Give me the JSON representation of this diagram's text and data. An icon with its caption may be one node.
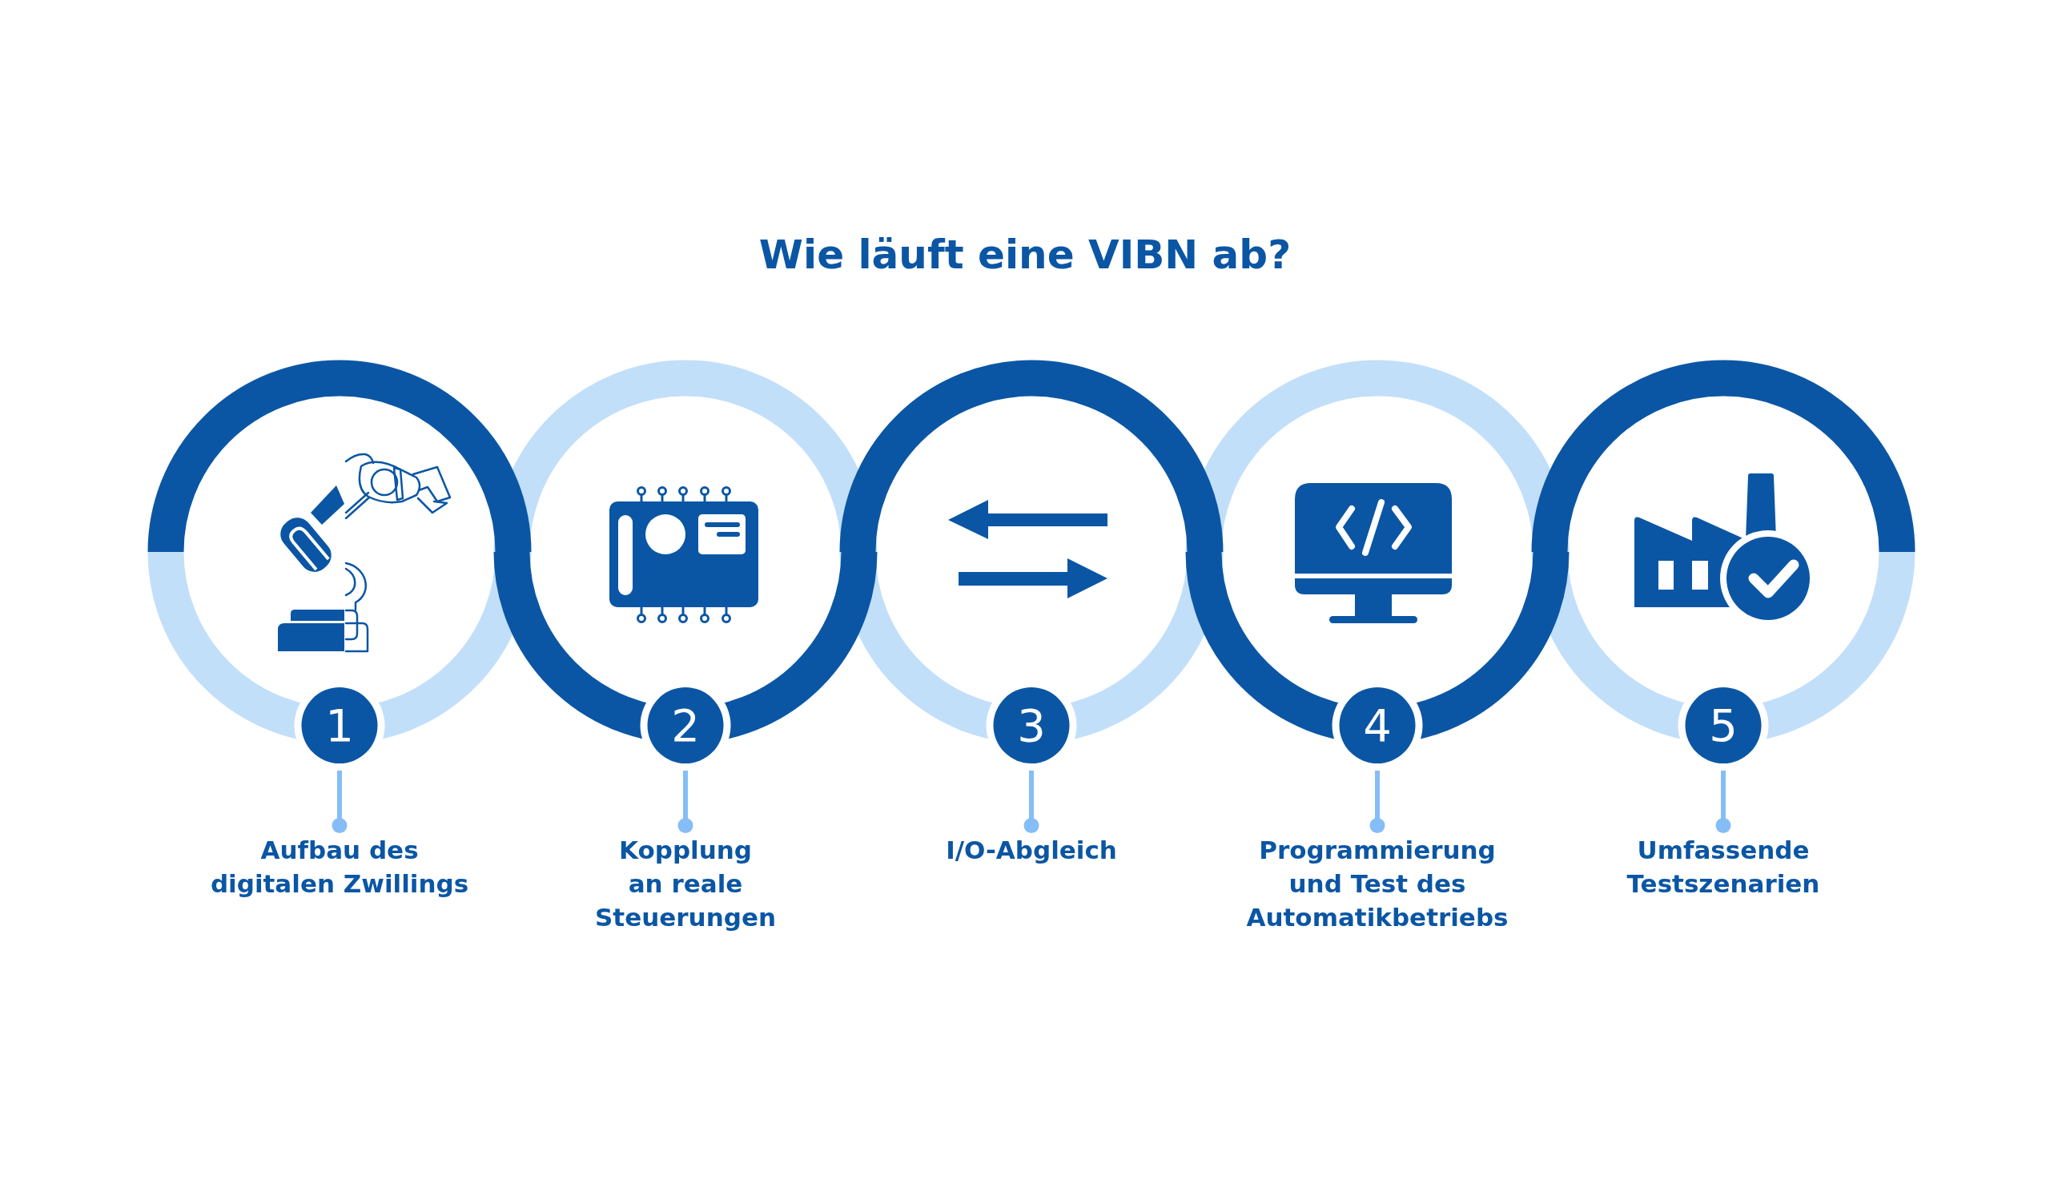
{
  "diagram": {
    "title": "Wie läuft eine VIBN ab?",
    "nodes": [
      {
        "text": [
          "1"
        ]
      },
      {
        "text": [
          "Aufbau des digitalen Zwillings"
        ]
      },
      {
        "text": [
          "2"
        ]
      },
      {
        "text": [
          "Kopplung an reale Steuerungen"
        ]
      },
      {
        "text": [
          "3"
        ]
      },
      {
        "text": [
          "I/O-Abgleich"
        ]
      },
      {
        "text": [
          "4"
        ]
      },
      {
        "text": [
          "Programmierung und Test des Automatikbetriebs"
        ]
      },
      {
        "text": [
          "5"
        ]
      },
      {
        "text": [
          "Umfassende Testszenarien"
        ]
      }
    ],
    "edges": [
      {
        "from": 0,
        "to": 1,
        "arrow": "other"
      },
      {
        "from": 2,
        "to": 3,
        "arrow": "other"
      },
      {
        "from": 4,
        "to": 5,
        "arrow": "other"
      },
      {
        "from": 6,
        "to": 7,
        "arrow": "other"
      },
      {
        "from": 8,
        "to": 9,
        "arrow": "other"
      }
    ]
  }
}
